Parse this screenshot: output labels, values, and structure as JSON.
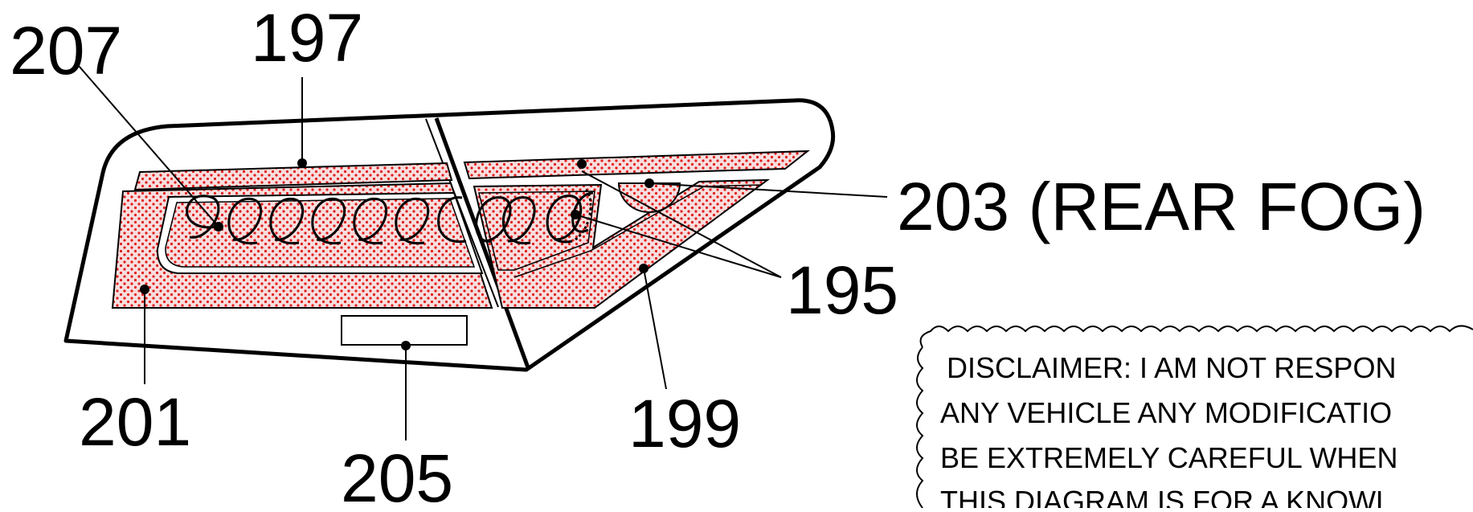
{
  "labels": {
    "l207": "207",
    "l197": "197",
    "l203": "203 (REAR FOG)",
    "l195": "195",
    "l201": "201",
    "l205": "205",
    "l199": "199"
  },
  "disclaimer": {
    "line1": "DISCLAIMER: I AM NOT RESPON",
    "line2": "ANY VEHICLE ANY MODIFICATIO",
    "line3": "BE EXTREMELY CAREFUL WHEN",
    "line4": "THIS DIAGRAM IS FOR A KNOWL"
  },
  "colors": {
    "outline": "#000000",
    "lamp_fill": "#f7dede",
    "lamp_dots": "#e11c1c",
    "background": "#ffffff"
  }
}
